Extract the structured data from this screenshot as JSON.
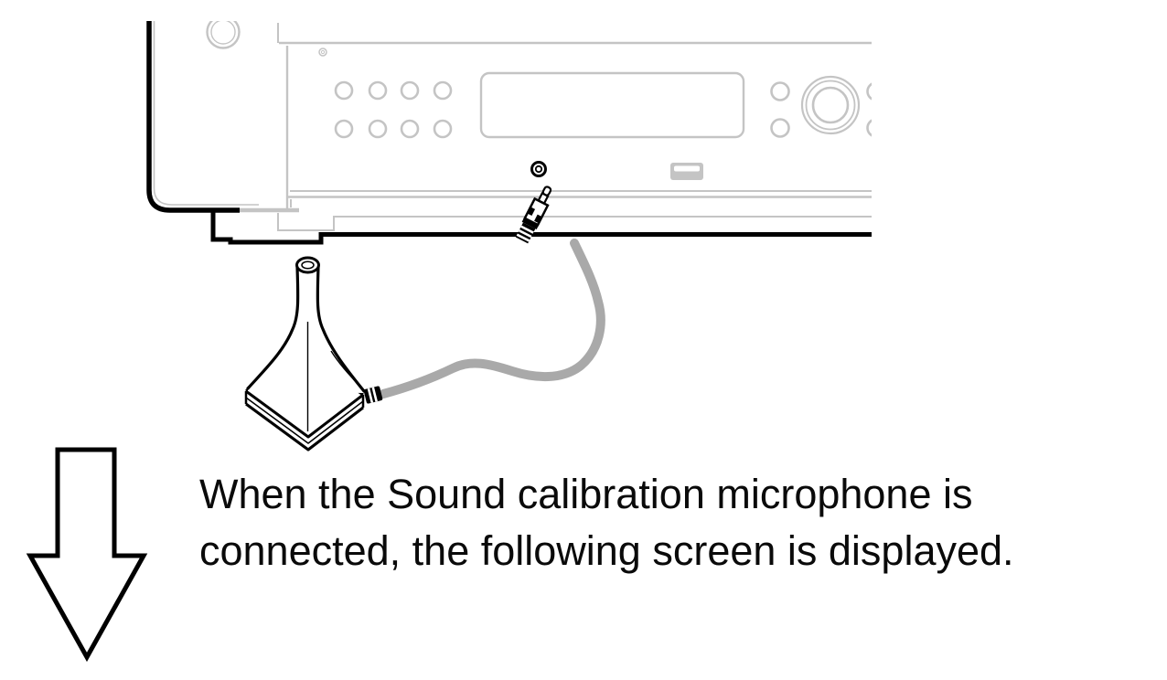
{
  "caption": {
    "line1": "When the Sound calibration microphone is",
    "line2": "connected, the following screen is displayed."
  },
  "illustration": {
    "description_parts": [
      "receiver-front-panel",
      "setup-mic-jack",
      "setup-mic-plug",
      "mic-cable",
      "sound-calibration-microphone",
      "down-arrow"
    ]
  },
  "colors": {
    "line_gray": "#c4c4c4",
    "cable_gray": "#a9a9a9",
    "ink": "#000000"
  }
}
